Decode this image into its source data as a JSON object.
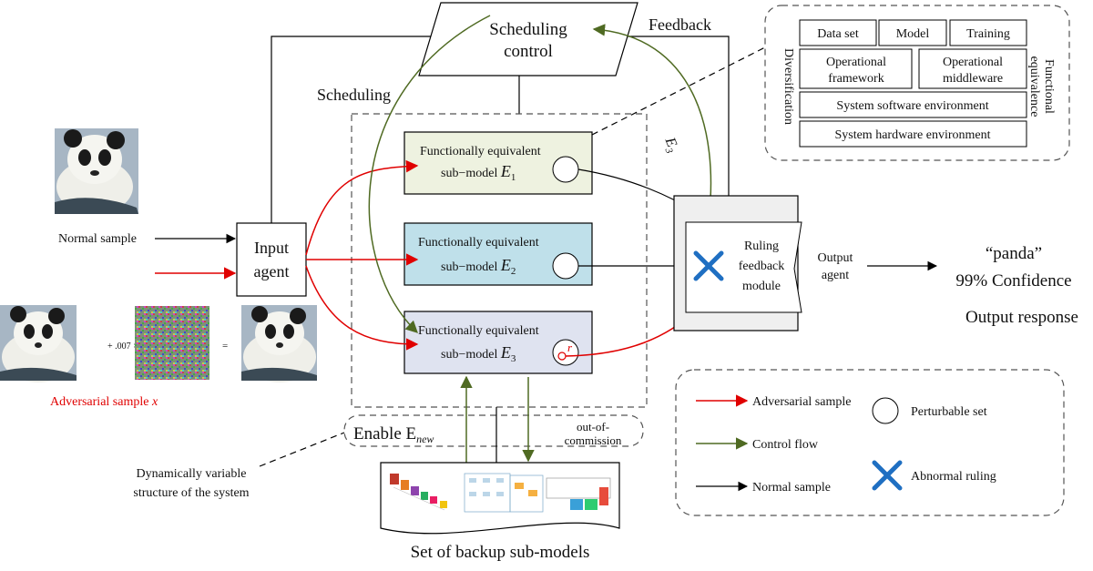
{
  "samples": {
    "normal_label": "Normal sample",
    "adversarial_label": "Adversarial sample x",
    "adversarial_label_main": "Adversarial sample ",
    "adversarial_label_var": "x",
    "plus_coeff": "+ .007 ×",
    "equals": "="
  },
  "input_agent": {
    "line1": "Input",
    "line2": "agent"
  },
  "scheduling_control": {
    "line1": "Scheduling",
    "line2": "control"
  },
  "labels": {
    "feedback": "Feedback",
    "scheduling": "Scheduling",
    "e3_arc": "E",
    "e3_arc_sub": "3",
    "enable": "Enable E",
    "enable_sub": "new",
    "out_of_commission_1": "out-of-",
    "out_of_commission_2": "commission",
    "dynamic_1": "Dynamically variable",
    "dynamic_2": "structure of the system",
    "backup_title": "Set of backup sub-models"
  },
  "submodels": [
    {
      "line1": "Functionally equivalent",
      "line2": "sub−model ",
      "var": "E",
      "sub": "1",
      "color": "#eef2e0"
    },
    {
      "line1": "Functionally equivalent",
      "line2": "sub−model ",
      "var": "E",
      "sub": "2",
      "color": "#bfe0ea"
    },
    {
      "line1": "Functionally equivalent",
      "line2": "sub−model ",
      "var": "E",
      "sub": "3",
      "color": "#dfe3f0"
    }
  ],
  "perturbation_mark": "r",
  "ruling_module": {
    "line1": "Ruling",
    "line2": "feedback",
    "line3": "module"
  },
  "output_agent": {
    "line1": "Output",
    "line2": "agent"
  },
  "output": {
    "line1": "“panda”",
    "line2": "99% Confidence",
    "line3": "Output response"
  },
  "diversification_panel": {
    "row1": [
      "Data set",
      "Model",
      "Training"
    ],
    "row2": [
      [
        "Operational",
        "framework"
      ],
      [
        "Operational",
        "middleware"
      ]
    ],
    "row3": "System software environment",
    "row4": "System hardware environment",
    "left_label": "Diversification",
    "right_label_1": "Functional",
    "right_label_2": "equivalence"
  },
  "legend": {
    "adversarial": "Adversarial sample",
    "control": "Control flow",
    "normal": "Normal sample",
    "perturbable": "Perturbable set",
    "abnormal": "Abnormal ruling"
  },
  "colors": {
    "adversarial": "#e00000",
    "control": "#4f6a22",
    "normal": "#000000",
    "abnormal_x": "#1f6fc2"
  },
  "icons": [
    "panda-image",
    "noise-image",
    "x-mark-icon",
    "circle-icon",
    "neural-network-icons"
  ]
}
